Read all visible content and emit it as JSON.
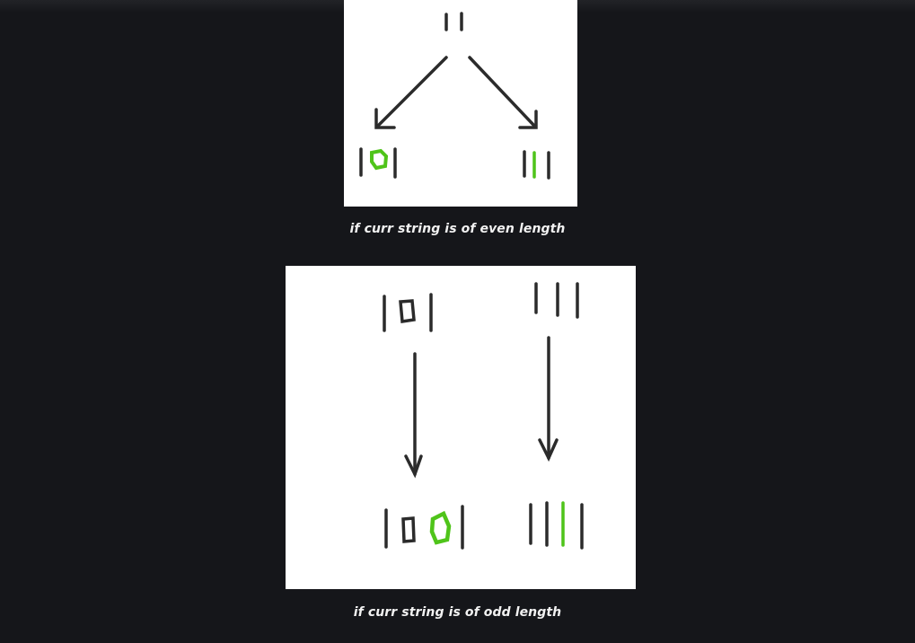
{
  "colors": {
    "page_background": "#15161a",
    "panel_background": "#ffffff",
    "ink": "#2b2b2b",
    "highlight": "#4fc41a",
    "caption_text": "#f2f2f2"
  },
  "figures": [
    {
      "id": "even",
      "caption": "if curr string is of even length",
      "root": "11",
      "children": [
        "101",
        "111"
      ]
    },
    {
      "id": "odd",
      "caption": "if curr string is of odd length",
      "roots": [
        "101",
        "111"
      ],
      "children": [
        "1001",
        "1111"
      ]
    }
  ]
}
